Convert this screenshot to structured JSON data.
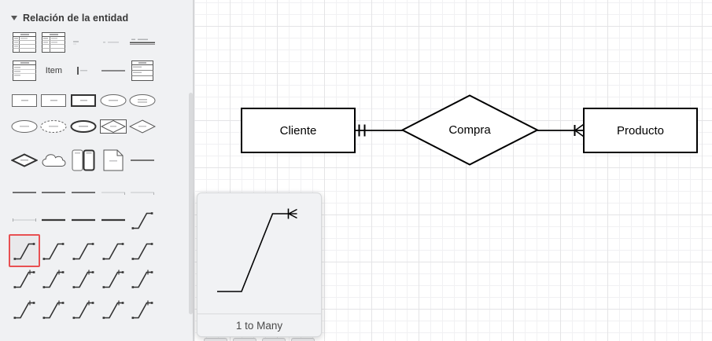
{
  "sidebar": {
    "header": {
      "label": "Relación de la entidad",
      "collapse_icon": "triangle-down-icon"
    },
    "item_label": "Item",
    "selected_shape": {
      "row": 7,
      "col": 0,
      "name": "one-to-many-connector"
    },
    "rows": [
      [
        "table-with-header",
        "table-columns",
        "tiny-label",
        "tiny-item",
        "labeled-divider"
      ],
      [
        "table-simple",
        "item-text",
        "key-mark",
        "horizontal-line",
        "table-rows"
      ],
      [
        "entity-rect",
        "entity-rect",
        "entity-rect-bold",
        "attribute-ellipse",
        "attribute-ellipse-underline"
      ],
      [
        "ellipse-plain",
        "ellipse-dashed",
        "ellipse-bold",
        "diamond-in-rect",
        "diamond-plain"
      ],
      [
        "diamond-bold",
        "cloud",
        "partial-rects",
        "note",
        "plain-line"
      ],
      [
        "solid-line",
        "solid-line",
        "solid-line",
        "faint-line",
        "faint-line"
      ],
      [
        "faint-line-ends",
        "bold-line",
        "bold-line",
        "bold-line",
        "step-line"
      ],
      [
        "step-line",
        "step-line",
        "step-line",
        "step-line",
        "step-line"
      ],
      [
        "step-line-tick",
        "step-line-tick",
        "step-line-tick",
        "step-line-tick",
        "step-line-tick"
      ],
      [
        "step-line-tick",
        "step-line-tick",
        "step-line-tick",
        "step-line-tick",
        "step-line-tick"
      ]
    ]
  },
  "preview_popup": {
    "label": "1 to Many",
    "shape": "one-to-many-connector-preview"
  },
  "diagram": {
    "entity_left": "Cliente",
    "relationship": "Compra",
    "entity_right": "Producto",
    "connections": [
      {
        "from": "Cliente",
        "to": "Compra",
        "notation": "one (double tick)"
      },
      {
        "from": "Compra",
        "to": "Producto",
        "notation": "one to many (tick + crow's foot)"
      }
    ]
  },
  "colors": {
    "selection_red": "#e85052",
    "sidebar_bg": "#f0f1f3",
    "grid_major": "#e4e4e6",
    "grid_minor": "#f1f1f3",
    "popup_bg": "#f1f2f4"
  }
}
